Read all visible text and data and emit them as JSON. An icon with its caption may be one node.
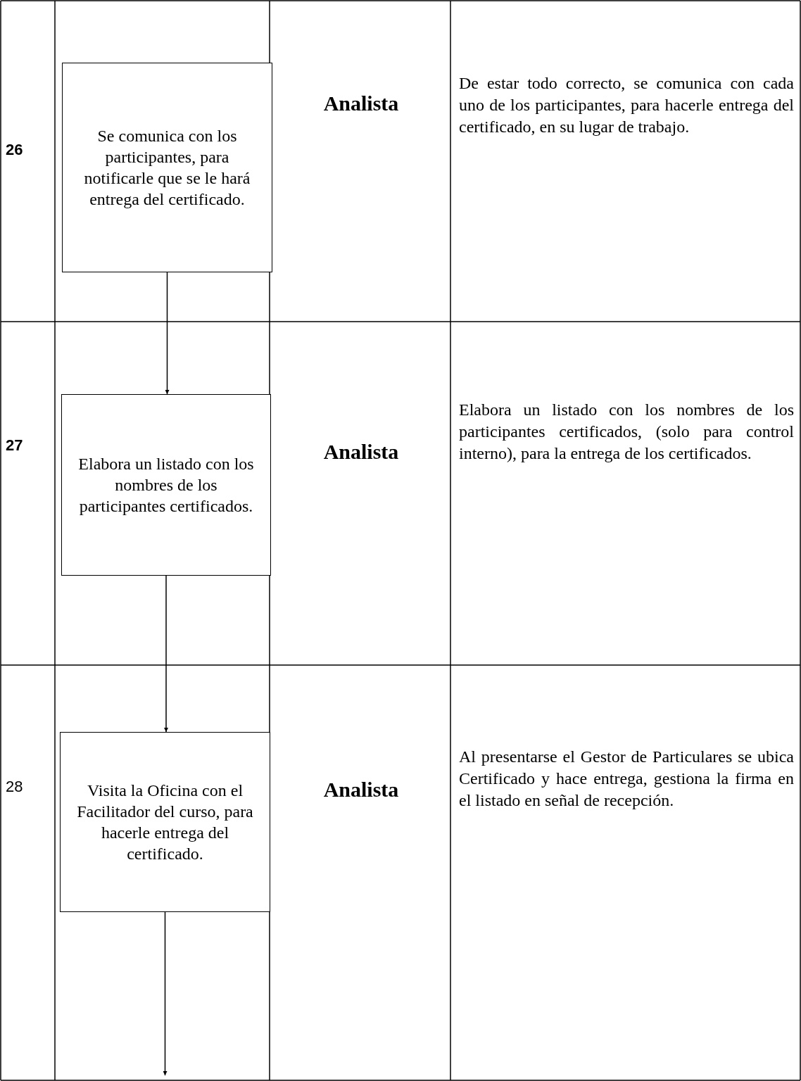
{
  "diagram": {
    "nodes": [
      {
        "text": [
          "Se comunica con los participantes, para notificarle que se le hará entrega del certificado."
        ]
      },
      {
        "text": [
          "Elabora un listado con los nombres de los participantes certificados."
        ]
      },
      {
        "text": [
          "Visita la Oficina con el Facilitador del curso, para hacerle entrega del certificado."
        ]
      }
    ],
    "edges": [
      {
        "from": 0,
        "to": 1,
        "arrow": "to"
      },
      {
        "from": 1,
        "to": 2,
        "arrow": "to"
      },
      {
        "from": 2,
        "to": null,
        "arrow": "to"
      }
    ],
    "labels": [
      "26",
      "Analista",
      "De estar todo correcto, se comunica con cada uno de los participantes, para hacerle entrega del certificado, en su lugar de trabajo.",
      "27",
      "Analista",
      "Elabora un listado con los nombres de los participantes certificados, (solo para control interno), para la entrega de los certificados.",
      "28",
      "Analista",
      "Al presentarse el Gestor de Particulares se ubica Certificado y hace entrega, gestiona la firma en el listado en señal de recepción."
    ]
  }
}
